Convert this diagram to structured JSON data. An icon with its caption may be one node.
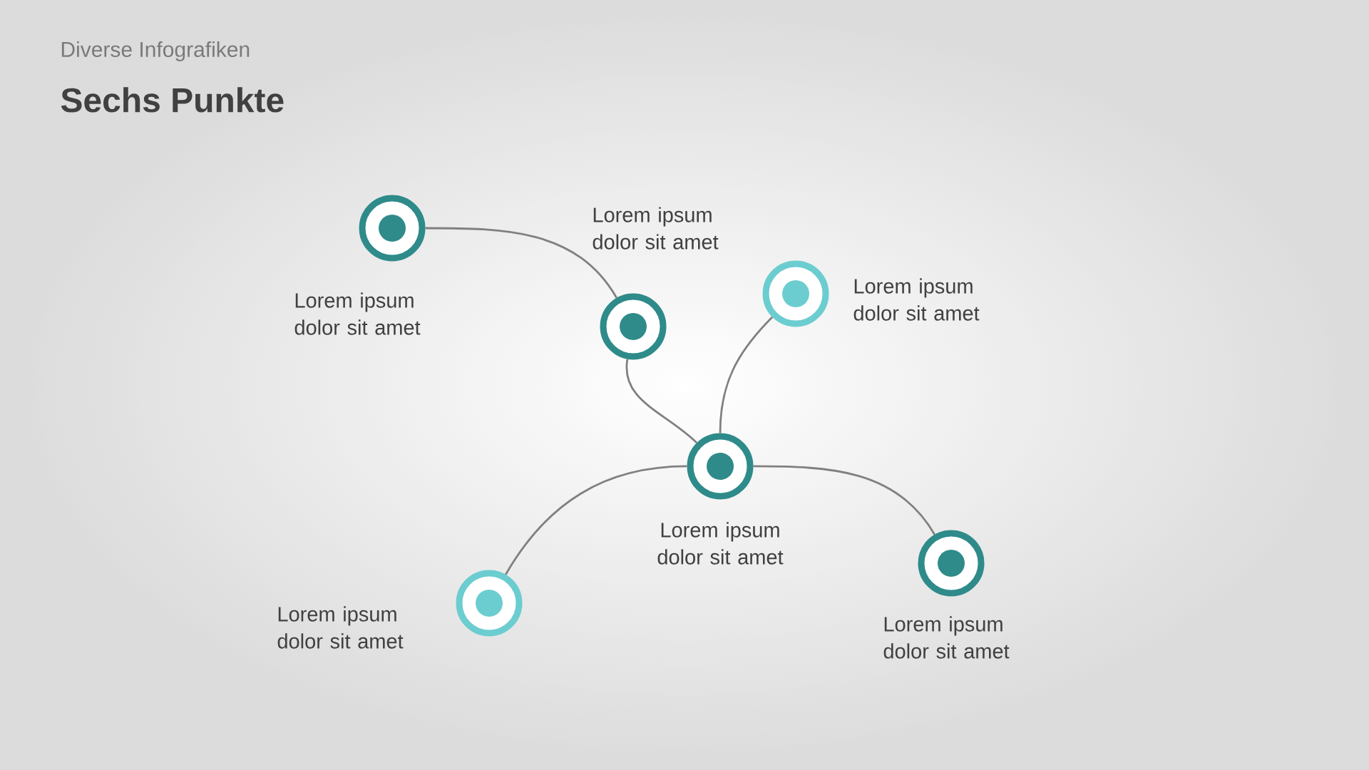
{
  "diagram": {
    "title": "Sechs Punkte",
    "caption": "Diverse Infografiken",
    "nodes": [
      {
        "text": [],
        "shape": "circle",
        "beside": [
          "Lorem ipsum dolor sit amet"
        ]
      },
      {
        "text": [],
        "shape": "circle",
        "beside": [
          "Lorem ipsum dolor sit amet"
        ]
      },
      {
        "text": [],
        "shape": "circle",
        "beside": [
          "Lorem ipsum dolor sit amet"
        ]
      },
      {
        "text": [],
        "shape": "circle",
        "beside": [
          "Lorem ipsum dolor sit amet"
        ]
      },
      {
        "text": [],
        "shape": "circle",
        "beside": [
          "Lorem ipsum dolor sit amet"
        ]
      },
      {
        "text": [],
        "shape": "circle",
        "beside": [
          "Lorem ipsum dolor sit amet"
        ]
      }
    ],
    "edges": [
      {
        "from": 0,
        "to": 2,
        "arrow": "none"
      },
      {
        "from": 2,
        "to": 3,
        "arrow": "none"
      },
      {
        "from": 1,
        "to": 3,
        "arrow": "none"
      },
      {
        "from": 3,
        "to": 5,
        "arrow": "none"
      },
      {
        "from": 3,
        "to": 4,
        "arrow": "none"
      }
    ]
  }
}
